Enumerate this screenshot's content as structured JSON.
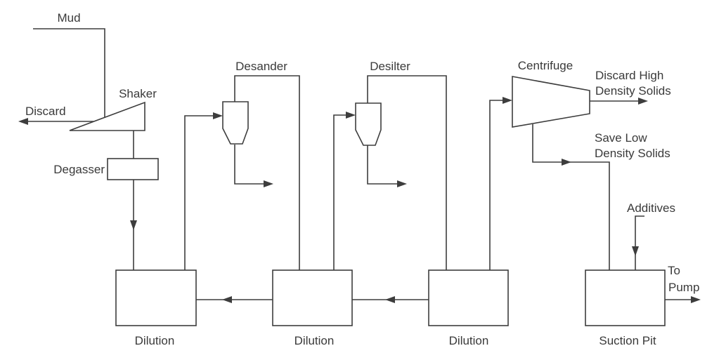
{
  "diagram": {
    "title": "Mud solids-control flow diagram",
    "colors": {
      "background": "#ffffff",
      "line": "#3d3d3d",
      "text": "#3a3a3a",
      "shape_fill": "#ffffff"
    },
    "labels": {
      "mud": "Mud",
      "discard": "Discard",
      "shaker": "Shaker",
      "degasser": "Degasser",
      "desander": "Desander",
      "desilter": "Desilter",
      "centrifuge": "Centrifuge",
      "discard_high_line1": "Discard High",
      "discard_high_line2": "Density Solids",
      "save_low_line1": "Save Low",
      "save_low_line2": "Density Solids",
      "additives": "Additives",
      "to_pump_line1": "To",
      "to_pump_line2": "Pump",
      "dilution_1": "Dilution",
      "dilution_2": "Dilution",
      "dilution_3": "Dilution",
      "suction_pit": "Suction Pit"
    }
  }
}
